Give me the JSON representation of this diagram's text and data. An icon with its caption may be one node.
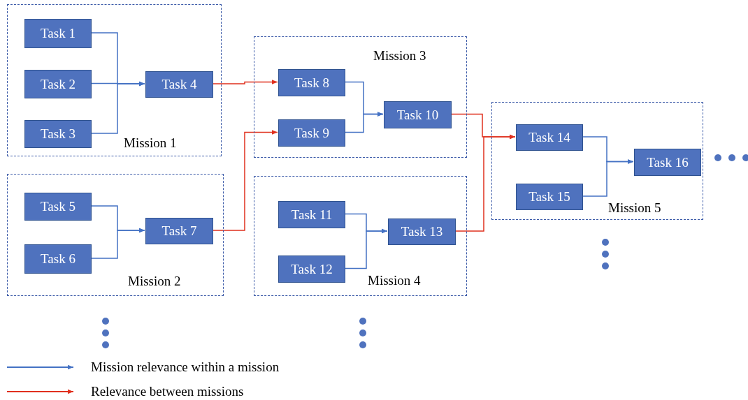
{
  "diagram": {
    "nodes": [
      {
        "text": [
          "Mission 1"
        ]
      },
      {
        "text": [
          "Task 1"
        ],
        "in": 0
      },
      {
        "text": [
          "Task 2"
        ],
        "in": 0
      },
      {
        "text": [
          "Task 3"
        ],
        "in": 0
      },
      {
        "text": [
          "Task 4"
        ],
        "in": 0
      },
      {
        "text": [
          "Mission 2"
        ]
      },
      {
        "text": [
          "Task 5"
        ],
        "in": 5
      },
      {
        "text": [
          "Task 6"
        ],
        "in": 5
      },
      {
        "text": [
          "Task 7"
        ],
        "in": 5
      },
      {
        "text": [
          "Mission 3"
        ]
      },
      {
        "text": [
          "Task 8"
        ],
        "in": 9
      },
      {
        "text": [
          "Task 9"
        ],
        "in": 9
      },
      {
        "text": [
          "Task 10"
        ],
        "in": 9
      },
      {
        "text": [
          "Mission 4"
        ]
      },
      {
        "text": [
          "Task 11"
        ],
        "in": 13
      },
      {
        "text": [
          "Task 12"
        ],
        "in": 13
      },
      {
        "text": [
          "Task 13"
        ],
        "in": 13
      },
      {
        "text": [
          "Mission 5"
        ]
      },
      {
        "text": [
          "Task 14"
        ],
        "in": 17
      },
      {
        "text": [
          "Task 15"
        ],
        "in": 17
      },
      {
        "text": [
          "Task 16"
        ],
        "in": 17
      }
    ],
    "edges": [
      {
        "from": 1,
        "to": 4,
        "arrow": "to"
      },
      {
        "from": 2,
        "to": 4,
        "arrow": "to"
      },
      {
        "from": 3,
        "to": 4,
        "arrow": "to"
      },
      {
        "from": 6,
        "to": 8,
        "arrow": "to"
      },
      {
        "from": 7,
        "to": 8,
        "arrow": "to"
      },
      {
        "from": 10,
        "to": 12,
        "arrow": "to"
      },
      {
        "from": 11,
        "to": 12,
        "arrow": "to"
      },
      {
        "from": 14,
        "to": 16,
        "arrow": "to"
      },
      {
        "from": 15,
        "to": 16,
        "arrow": "to"
      },
      {
        "from": 18,
        "to": 20,
        "arrow": "to"
      },
      {
        "from": 19,
        "to": 20,
        "arrow": "to"
      },
      {
        "from": 4,
        "to": 10,
        "arrow": "to",
        "color": "#e0301e"
      },
      {
        "from": 8,
        "to": 11,
        "arrow": "to",
        "color": "#e0301e"
      },
      {
        "from": 12,
        "to": 18,
        "arrow": "to",
        "color": "#e0301e"
      },
      {
        "from": 16,
        "to": 18,
        "arrow": "to",
        "color": "#e0301e"
      }
    ],
    "legend": [
      {
        "text": "Mission relevance within a mission",
        "color": "#4472c4"
      },
      {
        "text": "Relevance between missions",
        "color": "#e0301e"
      }
    ]
  }
}
